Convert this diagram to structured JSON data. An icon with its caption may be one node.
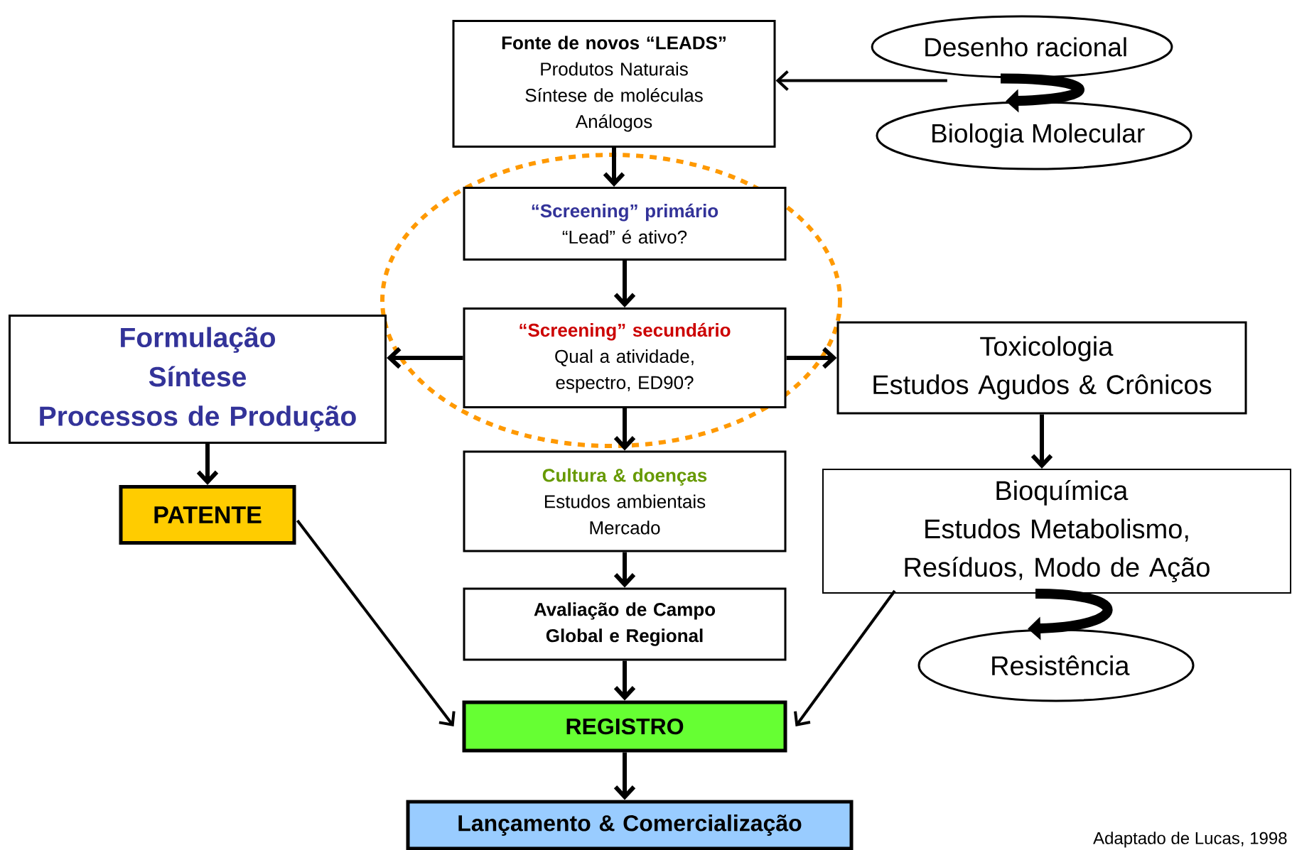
{
  "diagram": {
    "nodes": [
      {
        "text": [
          "Fonte de novos “LEADS”",
          "Produtos Naturais",
          "Síntese de moléculas",
          "Análogos"
        ]
      },
      {
        "text": [
          "Desenho racional"
        ]
      },
      {
        "text": [
          "Biologia Molecular"
        ]
      },
      {
        "text": [
          "“Screening” primário",
          "“Lead” é ativo?"
        ]
      },
      {
        "text": [
          "“Screening” secundário",
          "Qual a atividade, espectro, ED90?"
        ]
      },
      {
        "text": [
          "Formulação",
          "Síntese",
          "Processos de Produção"
        ]
      },
      {
        "text": [
          "Toxicologia",
          "Estudos Agudos & Crônicos"
        ]
      },
      {
        "text": [
          "PATENTE"
        ]
      },
      {
        "text": [
          "Cultura & doenças",
          "Estudos ambientais",
          "Mercado"
        ]
      },
      {
        "text": [
          "Bioquímica",
          "Estudos Metabolismo, Resíduos, Modo de Ação"
        ]
      },
      {
        "text": [
          "Avaliação de Campo Global e Regional"
        ]
      },
      {
        "text": [
          "Resistência"
        ]
      },
      {
        "text": [
          "REGISTRO"
        ]
      },
      {
        "text": [
          "Lançamento & Comercialização"
        ]
      }
    ],
    "edges": [
      {
        "from": 1,
        "to": 0,
        "arrow": "to"
      },
      {
        "from": 1,
        "to": 2,
        "arrow": "to",
        "style": "thick"
      },
      {
        "from": 0,
        "to": 3,
        "arrow": "to"
      },
      {
        "from": 3,
        "to": 4,
        "arrow": "to"
      },
      {
        "from": 4,
        "to": 5,
        "arrow": "to"
      },
      {
        "from": 4,
        "to": 6,
        "arrow": "to"
      },
      {
        "from": 4,
        "to": 8,
        "arrow": "to"
      },
      {
        "from": 5,
        "to": 7,
        "arrow": "to"
      },
      {
        "from": 6,
        "to": 9,
        "arrow": "to"
      },
      {
        "from": 9,
        "to": 11,
        "arrow": "to",
        "style": "thick"
      },
      {
        "from": 8,
        "to": 10,
        "arrow": "to"
      },
      {
        "from": 10,
        "to": 12,
        "arrow": "to"
      },
      {
        "from": 7,
        "to": 12,
        "arrow": "to"
      },
      {
        "from": 9,
        "to": 12,
        "arrow": "to"
      },
      {
        "from": 12,
        "to": 13,
        "arrow": "to"
      }
    ],
    "labels": [
      "Adaptado de Lucas, 1998"
    ]
  }
}
